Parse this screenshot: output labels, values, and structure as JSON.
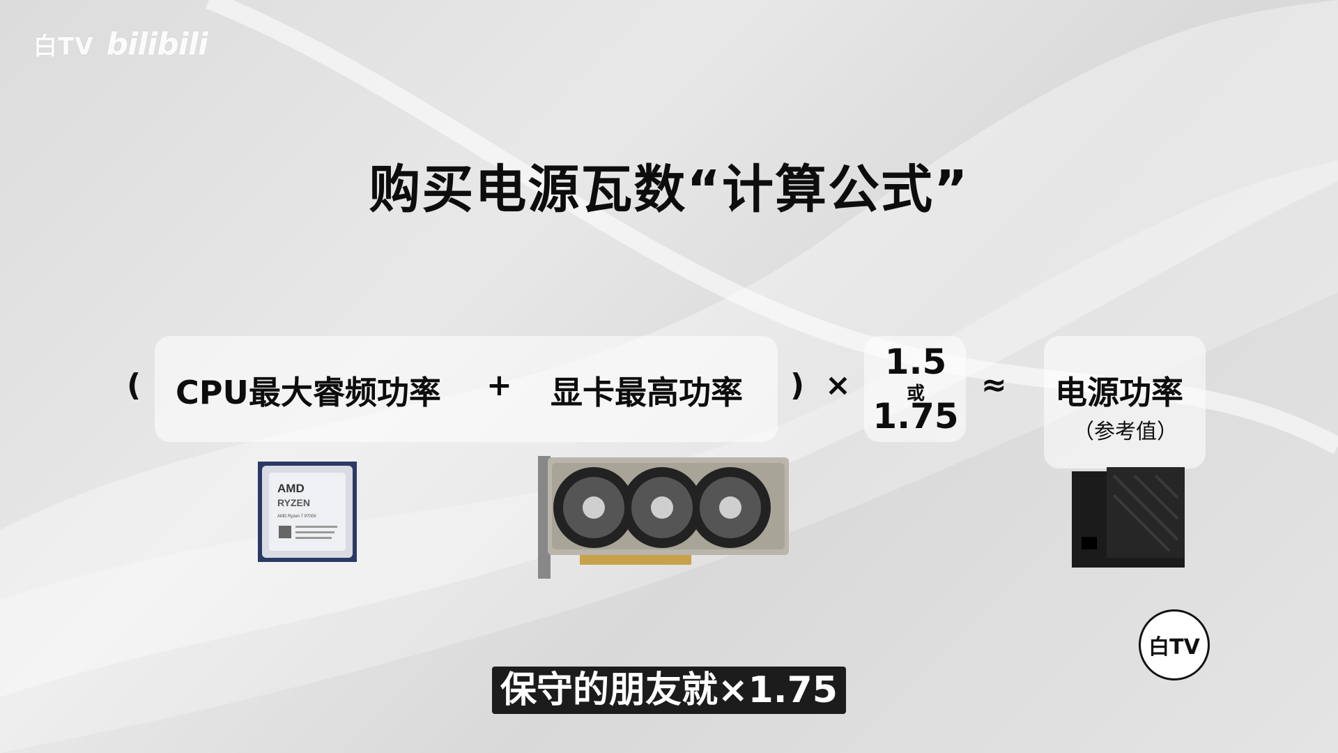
{
  "watermark": {
    "brand": "白TV",
    "site": "bilibili"
  },
  "title": "购买电源瓦数“计算公式”",
  "formula": {
    "open_paren": "(",
    "cpu_term": "CPU最大睿频功率",
    "plus": "+",
    "gpu_term": "显卡最高功率",
    "close_paren": ")",
    "times": "×",
    "factor_a": "1.5",
    "factor_or": "或",
    "factor_b": "1.75",
    "approx": "≈",
    "psu_term": "电源功率",
    "psu_note": "（参考值）"
  },
  "cpu_chip": {
    "brand": "AMD",
    "line": "RYZEN",
    "model": "AMD Ryzen 7 9700X"
  },
  "subtitle": "保守的朋友就×1.75",
  "corner_logo": "白TV"
}
